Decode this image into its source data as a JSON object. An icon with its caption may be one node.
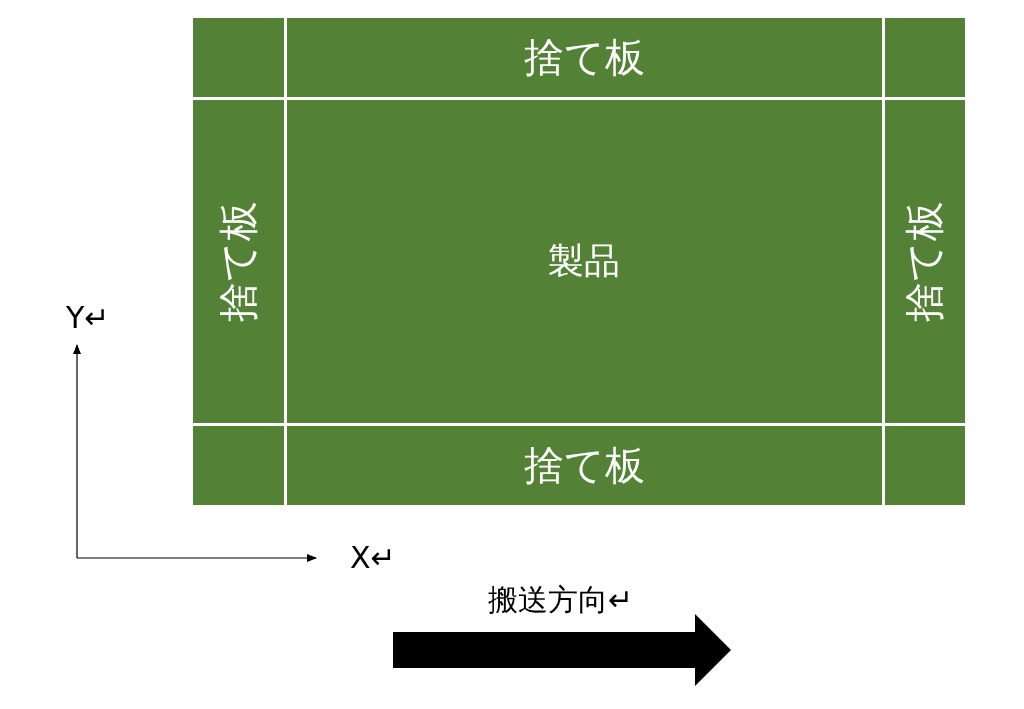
{
  "diagram": {
    "nodes": [
      {
        "text": [],
        "shape": "box"
      },
      {
        "text": [
          "捨て板"
        ]
      },
      {
        "text": [],
        "shape": "box"
      },
      {
        "text": [
          "捨て板"
        ]
      },
      {
        "text": [
          "製品"
        ]
      },
      {
        "text": [
          "捨て板"
        ]
      },
      {
        "text": [],
        "shape": "box"
      },
      {
        "text": [
          "捨て板"
        ]
      },
      {
        "text": [],
        "shape": "box"
      }
    ],
    "labels": [
      "Y↵",
      "X↵",
      "搬送方向↵"
    ]
  }
}
